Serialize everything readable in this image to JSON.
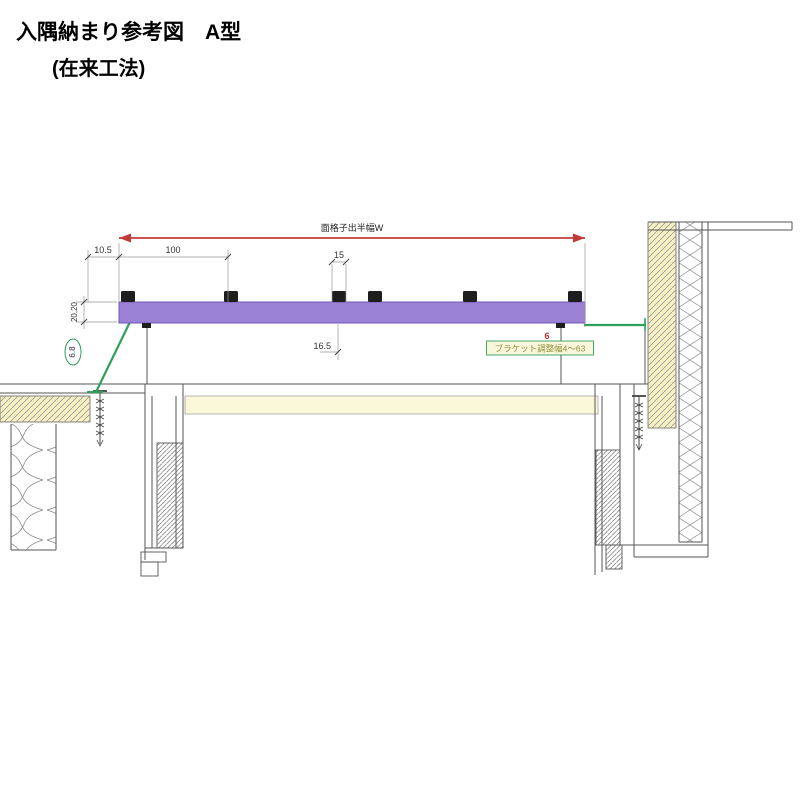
{
  "title": {
    "line1": "入隅納まり参考図　A型",
    "line2": "(在来工法)"
  },
  "annotations": {
    "grille_width_label": "面格子出半幅W",
    "bracket_note": "ブラケット調整幅4～63",
    "bracket_number": "6"
  },
  "dimensions": {
    "d_10_5": "10.5",
    "d_100": "100",
    "d_15": "15",
    "d_20_20": "20,20",
    "d_16_5": "16.5",
    "d_6_8": "6.8"
  },
  "colors": {
    "grille_purple": "#9c82d5",
    "grille_purple_edge": "#6f55b8",
    "arrow_red": "#c23b38",
    "bracket_green": "#2fa05c",
    "note_fill": "#faf6dc",
    "note_text": "#8f8f3a",
    "number_red": "#cc2b2b",
    "insulation_cream": "#f6f0c2",
    "band_cream": "#fbf8d9",
    "clip_black": "#1e1e1e"
  }
}
